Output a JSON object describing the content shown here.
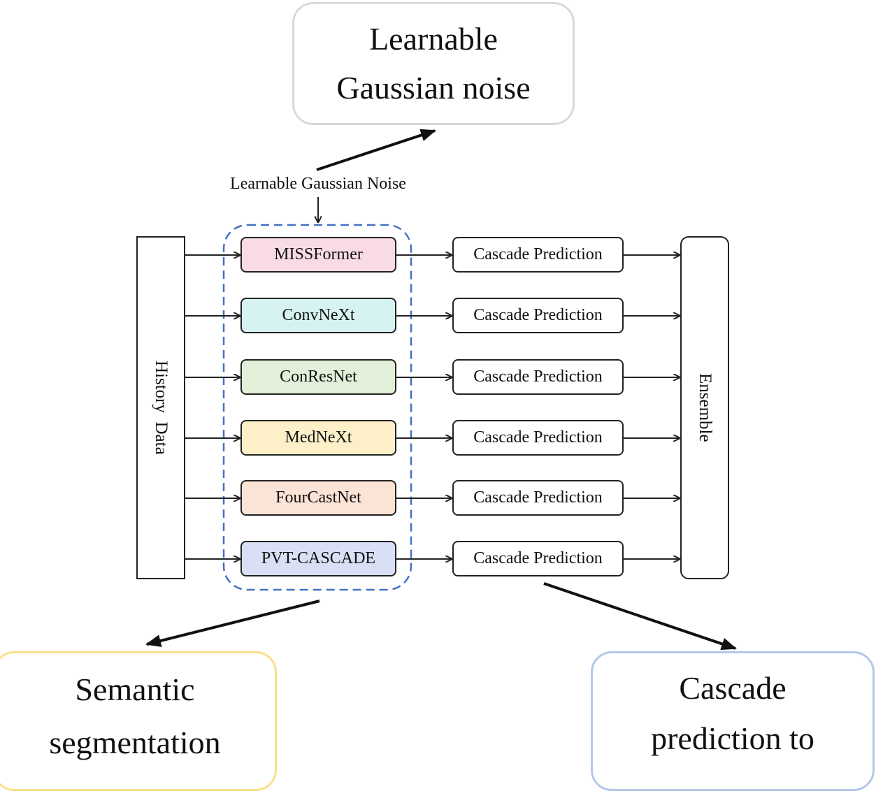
{
  "callouts": {
    "top": {
      "line1": "Learnable",
      "line2": "Gaussian noise"
    },
    "left": {
      "line1": "Semantic",
      "line2": "segmentation"
    },
    "right": {
      "line1": "Cascade",
      "line2": "prediction to"
    }
  },
  "noise_label": "Learnable Gaussian Noise",
  "history_label": "History  Data",
  "ensemble_label": "Ensemble",
  "models": [
    {
      "name": "MISSFormer",
      "color": "#f9dce3"
    },
    {
      "name": "ConvNeXt",
      "color": "#d6f3f1"
    },
    {
      "name": "ConResNet",
      "color": "#e2f0d9"
    },
    {
      "name": "MedNeXt",
      "color": "#fdf0c9"
    },
    {
      "name": "FourCastNet",
      "color": "#fbe3d6"
    },
    {
      "name": "PVT-CASCADE",
      "color": "#d9dff5"
    }
  ],
  "cascade_label": "Cascade Prediction",
  "colors": {
    "dashed_group": "#4472c4",
    "arrow": "#222222"
  }
}
